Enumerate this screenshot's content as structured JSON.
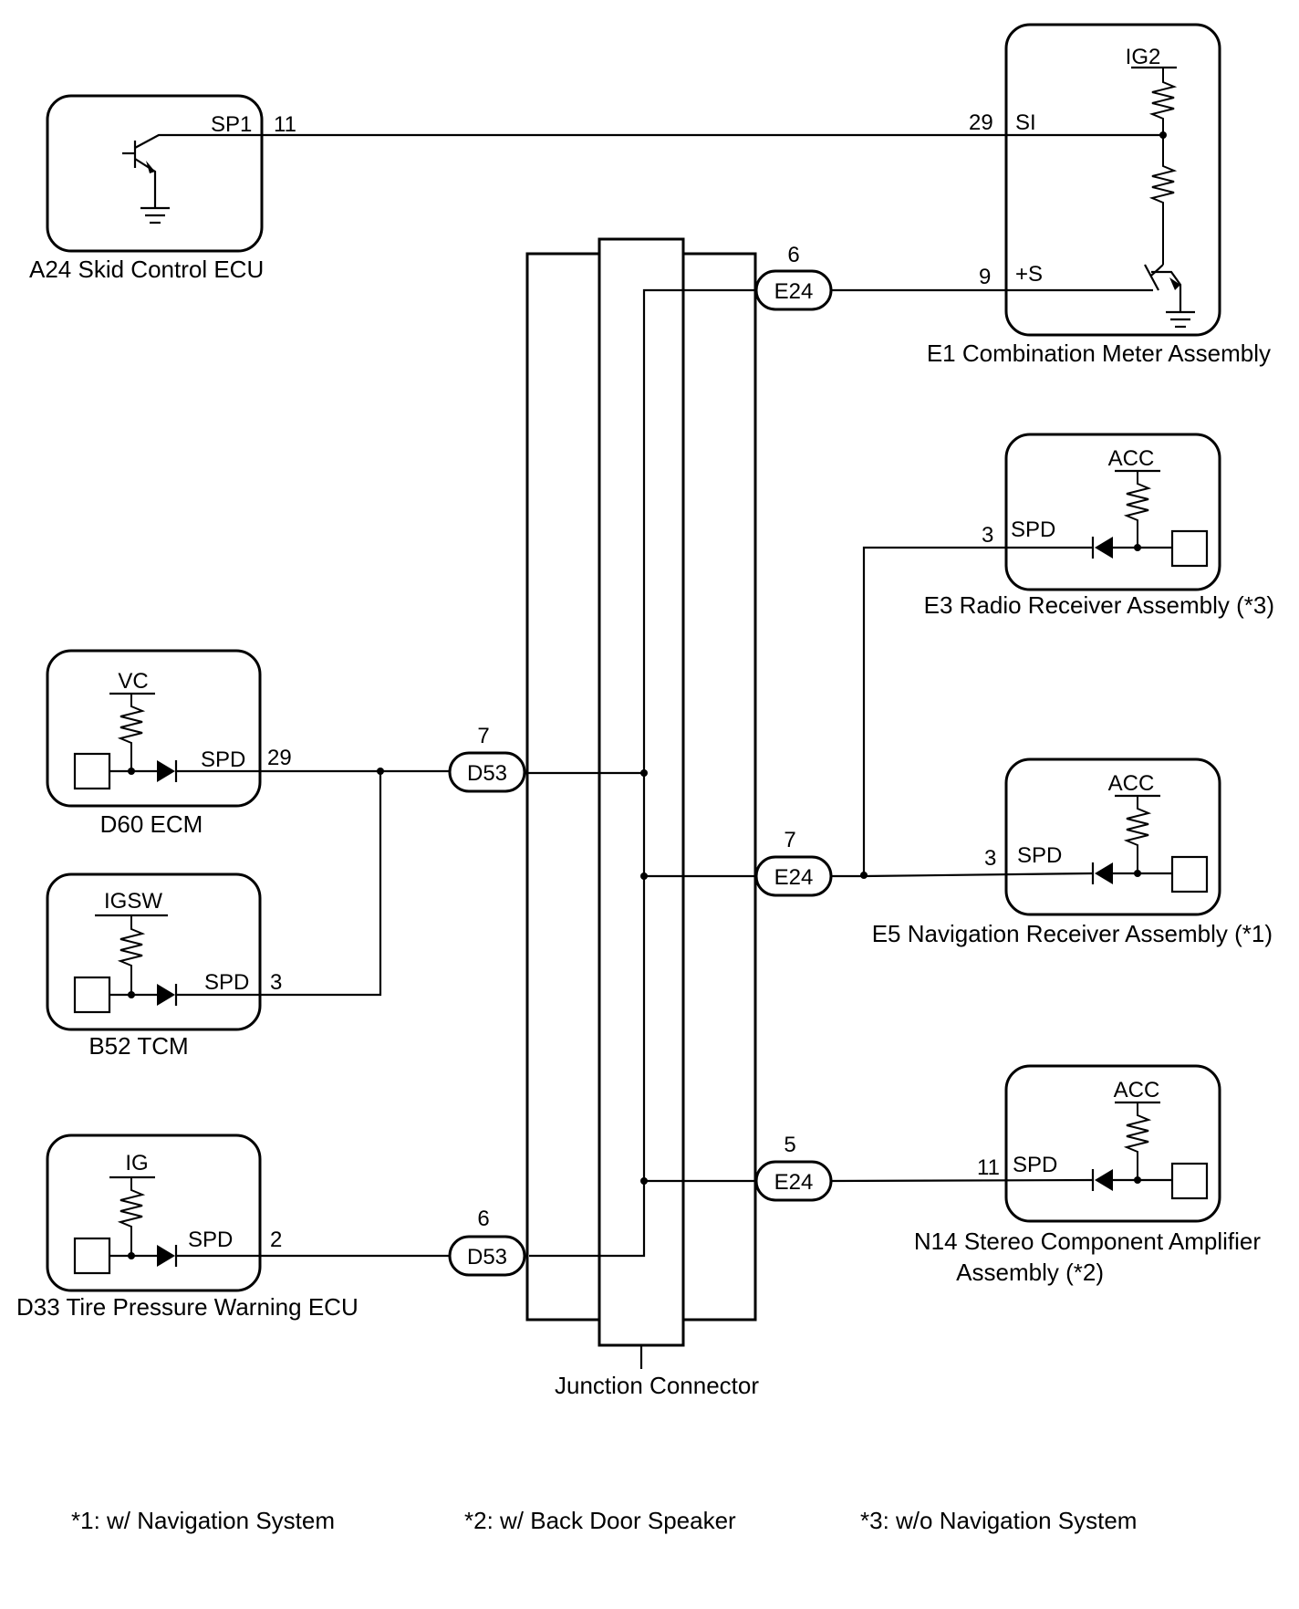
{
  "components": {
    "a24": {
      "label": "A24 Skid Control ECU",
      "pin_name": "SP1",
      "pin_num": "11"
    },
    "e1": {
      "label": "E1 Combination Meter Assembly",
      "supply": "IG2",
      "pin_si_name": "SI",
      "pin_si_num": "29",
      "pin_s_name": "+S",
      "pin_s_num": "9"
    },
    "e3": {
      "label": "E3 Radio Receiver Assembly (*3)",
      "supply": "ACC",
      "pin_name": "SPD",
      "pin_num": "3"
    },
    "e5": {
      "label": "E5 Navigation Receiver Assembly (*1)",
      "supply": "ACC",
      "pin_name": "SPD",
      "pin_num": "3"
    },
    "n14": {
      "label_line1": "N14 Stereo Component Amplifier",
      "label_line2": "Assembly (*2)",
      "supply": "ACC",
      "pin_name": "SPD",
      "pin_num": "11"
    },
    "d60": {
      "label": "D60 ECM",
      "supply": "VC",
      "pin_name": "SPD",
      "pin_num": "29"
    },
    "b52": {
      "label": "B52 TCM",
      "supply": "IGSW",
      "pin_name": "SPD",
      "pin_num": "3"
    },
    "d33": {
      "label": "D33 Tire Pressure Warning ECU",
      "supply": "IG",
      "pin_name": "SPD",
      "pin_num": "2"
    }
  },
  "connectors": {
    "e24_top": {
      "name": "E24",
      "pin": "6"
    },
    "e24_mid": {
      "name": "E24",
      "pin": "7"
    },
    "e24_bot": {
      "name": "E24",
      "pin": "5"
    },
    "d53_top": {
      "name": "D53",
      "pin": "7"
    },
    "d53_bot": {
      "name": "D53",
      "pin": "6"
    }
  },
  "junction": {
    "label": "Junction Connector"
  },
  "notes": [
    "*1: w/ Navigation System",
    "*2: w/ Back Door Speaker",
    "*3: w/o Navigation System"
  ]
}
